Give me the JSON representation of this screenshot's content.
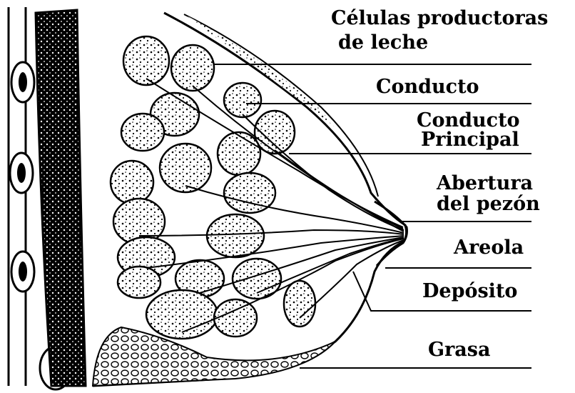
{
  "labels": {
    "milk_cells_line1": "Células productoras",
    "milk_cells_line2": "de leche",
    "duct": "Conducto",
    "main_duct_line1": "Conducto",
    "main_duct_line2": "Principal",
    "nipple_opening_line1": "Abertura",
    "nipple_opening_line2": "del pezón",
    "areola": "Areola",
    "reservoir": "Depósito",
    "fat": "Grasa"
  },
  "colors": {
    "ink": "#000000",
    "paper": "#ffffff"
  }
}
